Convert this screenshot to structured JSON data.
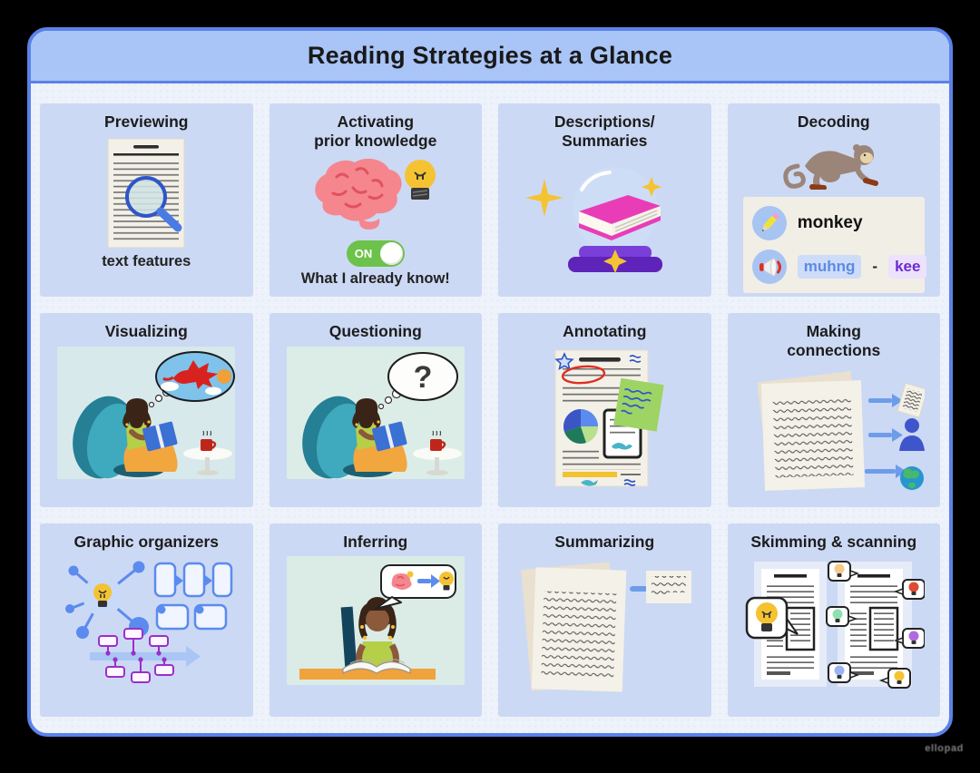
{
  "header": {
    "title": "Reading Strategies at a Glance"
  },
  "watermark": "ellopad",
  "colors": {
    "frame_border": "#5b82e8",
    "header_bg": "#a9c4f6",
    "board_bg": "#eef2fb",
    "card_bg": "#ccd9f4",
    "toggle_green": "#6cc24a",
    "chip_blue_text": "#5c8ae6",
    "chip_blue_bg": "#cddcf8",
    "chip_purple_text": "#6b2bd6",
    "chip_purple_bg": "#ece2fb",
    "accent_yellow": "#f5c331",
    "brain_pink": "#f5868e",
    "arrow_blue": "#6d9ceb"
  },
  "cards": [
    {
      "title": "Previewing",
      "caption": "text features"
    },
    {
      "title": "Activating\nprior knowledge",
      "toggle_label": "ON",
      "caption": "What I already know!"
    },
    {
      "title": "Descriptions/\nSummaries"
    },
    {
      "title": "Decoding",
      "word": "monkey",
      "syllable1": "muhng",
      "separator": "-",
      "syllable2": "kee"
    },
    {
      "title": "Visualizing"
    },
    {
      "title": "Questioning",
      "bubble_text": "?"
    },
    {
      "title": "Annotating"
    },
    {
      "title": "Making\nconnections"
    },
    {
      "title": "Graphic organizers"
    },
    {
      "title": "Inferring"
    },
    {
      "title": "Summarizing"
    },
    {
      "title": "Skimming & scanning"
    }
  ]
}
